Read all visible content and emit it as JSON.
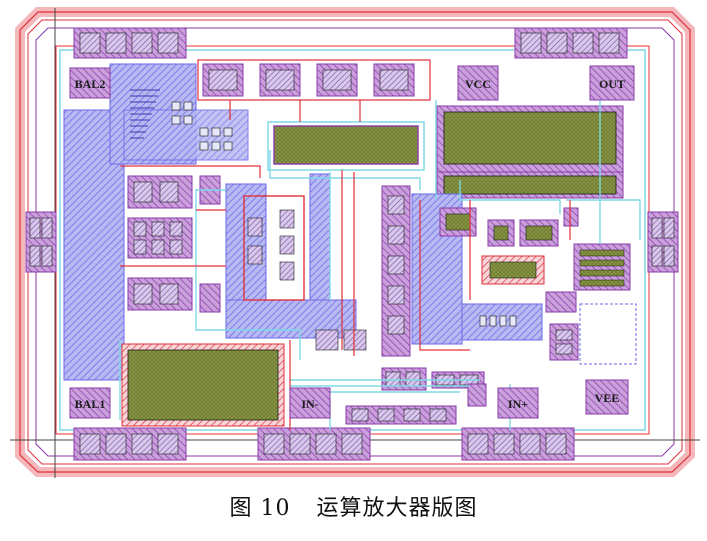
{
  "figure": {
    "caption_prefix": "图 10",
    "caption_title": "运算放大器版图"
  },
  "pins": {
    "bal2": "BAL2",
    "bal1": "BAL1",
    "vcc": "VCC",
    "out": "OUT",
    "in_minus": "IN-",
    "in_plus": "IN+",
    "vee": "VEE"
  },
  "colors": {
    "metal_red": "#e0303a",
    "poly_blue": "#6a6ae8",
    "diffusion_purple": "#8a3aa8",
    "cap_olive": "#7a8a3a",
    "wire_cyan": "#7fd8e6",
    "background": "#ffffff"
  }
}
